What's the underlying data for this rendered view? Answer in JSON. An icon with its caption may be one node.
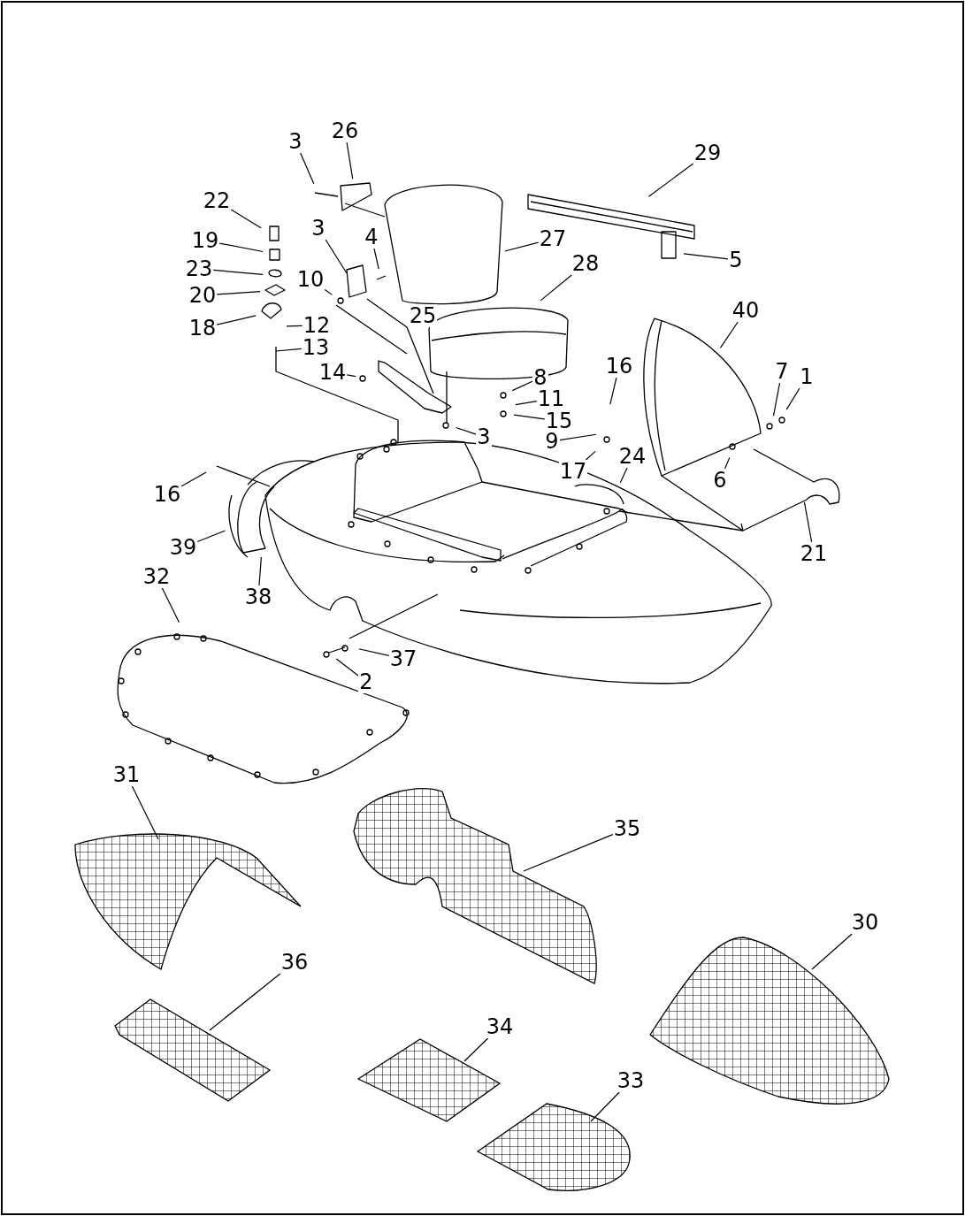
{
  "diagram": {
    "nodes": [
      {
        "text": [
          "3"
        ]
      },
      {
        "text": [
          "26"
        ]
      },
      {
        "text": [
          "29"
        ]
      },
      {
        "text": [
          "22"
        ]
      },
      {
        "text": [
          "19"
        ]
      },
      {
        "text": [
          "3"
        ]
      },
      {
        "text": [
          "4"
        ]
      },
      {
        "text": [
          "27"
        ]
      },
      {
        "text": [
          "28"
        ]
      },
      {
        "text": [
          "5"
        ]
      },
      {
        "text": [
          "23"
        ]
      },
      {
        "text": [
          "20"
        ]
      },
      {
        "text": [
          "10"
        ]
      },
      {
        "text": [
          "25"
        ]
      },
      {
        "text": [
          "40"
        ]
      },
      {
        "text": [
          "18"
        ]
      },
      {
        "text": [
          "12"
        ]
      },
      {
        "text": [
          "13"
        ]
      },
      {
        "text": [
          "14"
        ]
      },
      {
        "text": [
          "16"
        ]
      },
      {
        "text": [
          "8"
        ]
      },
      {
        "text": [
          "7"
        ]
      },
      {
        "text": [
          "1"
        ]
      },
      {
        "text": [
          "11"
        ]
      },
      {
        "text": [
          "15"
        ]
      },
      {
        "text": [
          "3"
        ]
      },
      {
        "text": [
          "9"
        ]
      },
      {
        "text": [
          "17"
        ]
      },
      {
        "text": [
          "24"
        ]
      },
      {
        "text": [
          "6"
        ]
      },
      {
        "text": [
          "16"
        ]
      },
      {
        "text": [
          "21"
        ]
      },
      {
        "text": [
          "39"
        ]
      },
      {
        "text": [
          "38"
        ]
      },
      {
        "text": [
          "32"
        ]
      },
      {
        "text": [
          "37"
        ]
      },
      {
        "text": [
          "2"
        ]
      },
      {
        "text": [
          "31"
        ]
      },
      {
        "text": [
          "35"
        ]
      },
      {
        "text": [
          "30"
        ]
      },
      {
        "text": [
          "36"
        ]
      },
      {
        "text": [
          "34"
        ]
      },
      {
        "text": [
          "33"
        ]
      },
      {
        "text": [],
        "shape": "picture"
      },
      {
        "text": [],
        "shape": "picture"
      },
      {
        "text": [],
        "shape": "picture"
      },
      {
        "text": [],
        "shape": "picture"
      },
      {
        "text": [],
        "shape": "picture"
      },
      {
        "text": [],
        "shape": "picture"
      }
    ],
    "edges": [
      {
        "from": 0,
        "to": null,
        "arrow": "none"
      },
      {
        "from": 1,
        "to": null,
        "arrow": "none"
      },
      {
        "from": 2,
        "to": null,
        "arrow": "none"
      },
      {
        "from": 3,
        "to": null,
        "arrow": "none"
      },
      {
        "from": 4,
        "to": null,
        "arrow": "none"
      },
      {
        "from": 5,
        "to": null,
        "arrow": "none"
      },
      {
        "from": 6,
        "to": null,
        "arrow": "none"
      },
      {
        "from": 7,
        "to": null,
        "arrow": "none"
      },
      {
        "from": 8,
        "to": null,
        "arrow": "none"
      },
      {
        "from": 9,
        "to": null,
        "arrow": "none"
      },
      {
        "from": 10,
        "to": null,
        "arrow": "none"
      },
      {
        "from": 11,
        "to": null,
        "arrow": "none"
      },
      {
        "from": 12,
        "to": null,
        "arrow": "none"
      },
      {
        "from": 14,
        "to": null,
        "arrow": "none"
      },
      {
        "from": 15,
        "to": null,
        "arrow": "none"
      },
      {
        "from": 16,
        "to": null,
        "arrow": "none"
      },
      {
        "from": 17,
        "to": null,
        "arrow": "none"
      },
      {
        "from": 18,
        "to": null,
        "arrow": "none"
      },
      {
        "from": 19,
        "to": null,
        "arrow": "none"
      },
      {
        "from": 20,
        "to": null,
        "arrow": "none"
      },
      {
        "from": 21,
        "to": null,
        "arrow": "none"
      },
      {
        "from": 22,
        "to": null,
        "arrow": "none"
      },
      {
        "from": 23,
        "to": null,
        "arrow": "none"
      },
      {
        "from": 24,
        "to": null,
        "arrow": "none"
      },
      {
        "from": 25,
        "to": null,
        "arrow": "none"
      },
      {
        "from": 26,
        "to": null,
        "arrow": "none"
      },
      {
        "from": 27,
        "to": null,
        "arrow": "none"
      },
      {
        "from": 28,
        "to": null,
        "arrow": "none"
      },
      {
        "from": 29,
        "to": null,
        "arrow": "none"
      },
      {
        "from": 30,
        "to": null,
        "arrow": "none"
      },
      {
        "from": 31,
        "to": null,
        "arrow": "none"
      },
      {
        "from": 32,
        "to": null,
        "arrow": "none"
      },
      {
        "from": 33,
        "to": null,
        "arrow": "none"
      },
      {
        "from": 34,
        "to": null,
        "arrow": "none"
      },
      {
        "from": 35,
        "to": null,
        "arrow": "none"
      },
      {
        "from": 36,
        "to": null,
        "arrow": "none"
      },
      {
        "from": 37,
        "to": 43,
        "arrow": "none"
      },
      {
        "from": 38,
        "to": 44,
        "arrow": "none"
      },
      {
        "from": 39,
        "to": 45,
        "arrow": "none"
      },
      {
        "from": 40,
        "to": 46,
        "arrow": "none"
      },
      {
        "from": 41,
        "to": 47,
        "arrow": "none"
      },
      {
        "from": 42,
        "to": 48,
        "arrow": "none"
      }
    ]
  }
}
